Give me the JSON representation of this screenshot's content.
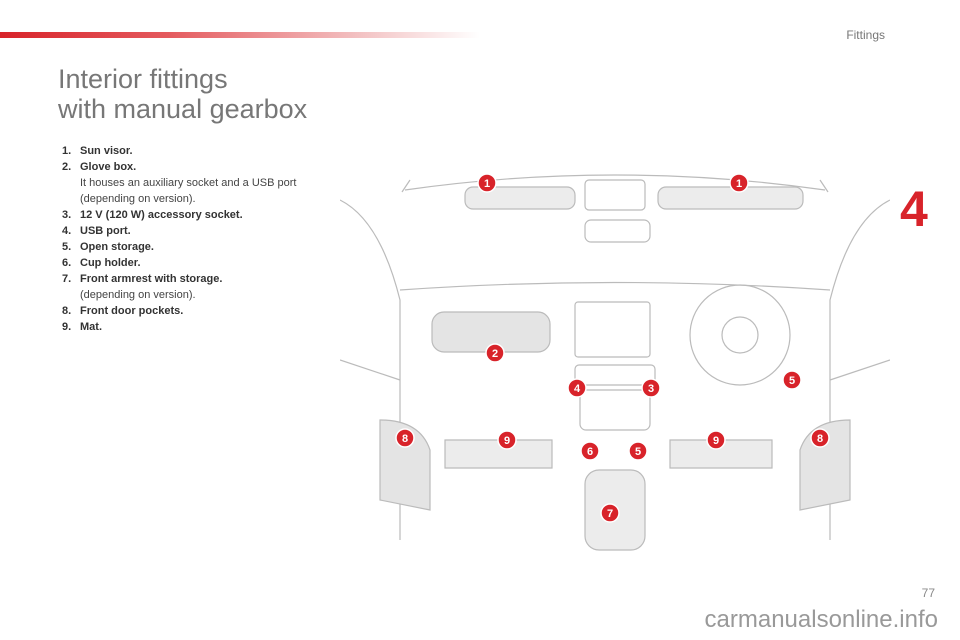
{
  "header": {
    "section": "Fittings",
    "chapter_number": "4"
  },
  "title": {
    "line1": "Interior fittings",
    "line2": "with manual gearbox"
  },
  "items": [
    {
      "num": "1.",
      "label": "Sun visor."
    },
    {
      "num": "2.",
      "label": "Glove box.",
      "note": "It houses an auxiliary socket and a USB port (depending on version)."
    },
    {
      "num": "3.",
      "label": "12 V (120 W) accessory socket."
    },
    {
      "num": "4.",
      "label": "USB port."
    },
    {
      "num": "5.",
      "label": "Open storage."
    },
    {
      "num": "6.",
      "label": "Cup holder."
    },
    {
      "num": "7.",
      "label": "Front armrest with storage.",
      "note": "(depending on version)."
    },
    {
      "num": "8.",
      "label": "Front door pockets."
    },
    {
      "num": "9.",
      "label": "Mat."
    }
  ],
  "callouts": [
    "1",
    "1",
    "2",
    "4",
    "3",
    "5",
    "8",
    "9",
    "6",
    "5",
    "9",
    "8",
    "7"
  ],
  "accent": "#d8232a",
  "footer": {
    "page": "77",
    "watermark": "carmanualsonline.info"
  }
}
